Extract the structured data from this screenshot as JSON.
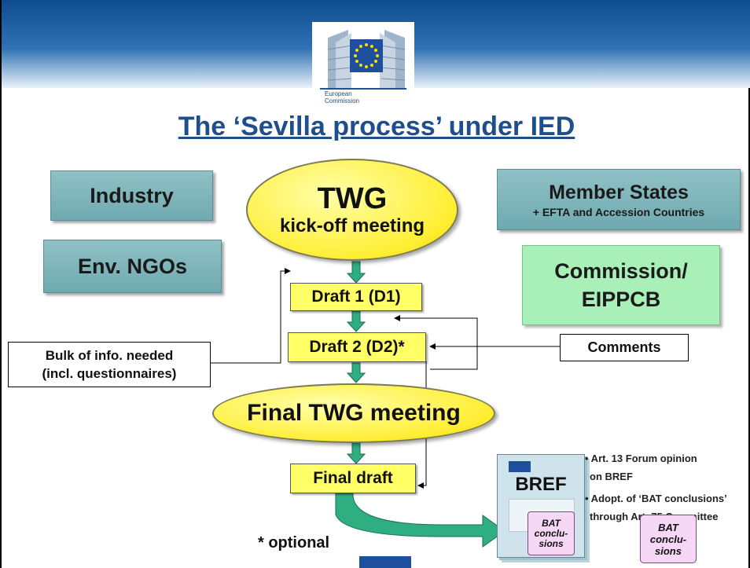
{
  "header": {
    "logo_line1": "European",
    "logo_line2": "Commission",
    "title": "The ‘Sevilla process’ under IED"
  },
  "stakeholders": {
    "industry": "Industry",
    "env_ngos": "Env. NGOs",
    "member_states": "Member States",
    "member_states_sub": "+ EFTA and Accession Countries",
    "commission_line1": "Commission/",
    "commission_line2": "EIPPCB"
  },
  "process": {
    "kickoff_line1": "TWG",
    "kickoff_line2": "kick-off meeting",
    "draft1": "Draft 1 (D1)",
    "draft2": "Draft 2 (D2)*",
    "final_meeting": "Final TWG meeting",
    "final_draft": "Final draft"
  },
  "inputs": {
    "bulk_line1": "Bulk of info. needed",
    "bulk_line2": "(incl. questionnaires)",
    "comments": "Comments"
  },
  "bref": {
    "label": "BREF",
    "scroll_line1": "BAT",
    "scroll_line2": "conclu-",
    "scroll_line3": "sions"
  },
  "outcomes": {
    "bullet1_line1": "• Art. 13 Forum opinion",
    "bullet1_line2": "on BREF",
    "bullet2_line1": "• Adopt. of ‘BAT conclusions’",
    "bullet2_line2": "through Art. 75 Committee",
    "scroll_line1": "BAT",
    "scroll_line2": "conclu-",
    "scroll_line3": "sions"
  },
  "footnote": "* optional",
  "colors": {
    "banner_blue": "#1f5fa3",
    "title_blue": "#1f4e8c",
    "teal_box": "#7fb5bb",
    "green_box": "#a9f0b8",
    "yellow": "#ffff66",
    "arrow_green": "#2fae82"
  }
}
